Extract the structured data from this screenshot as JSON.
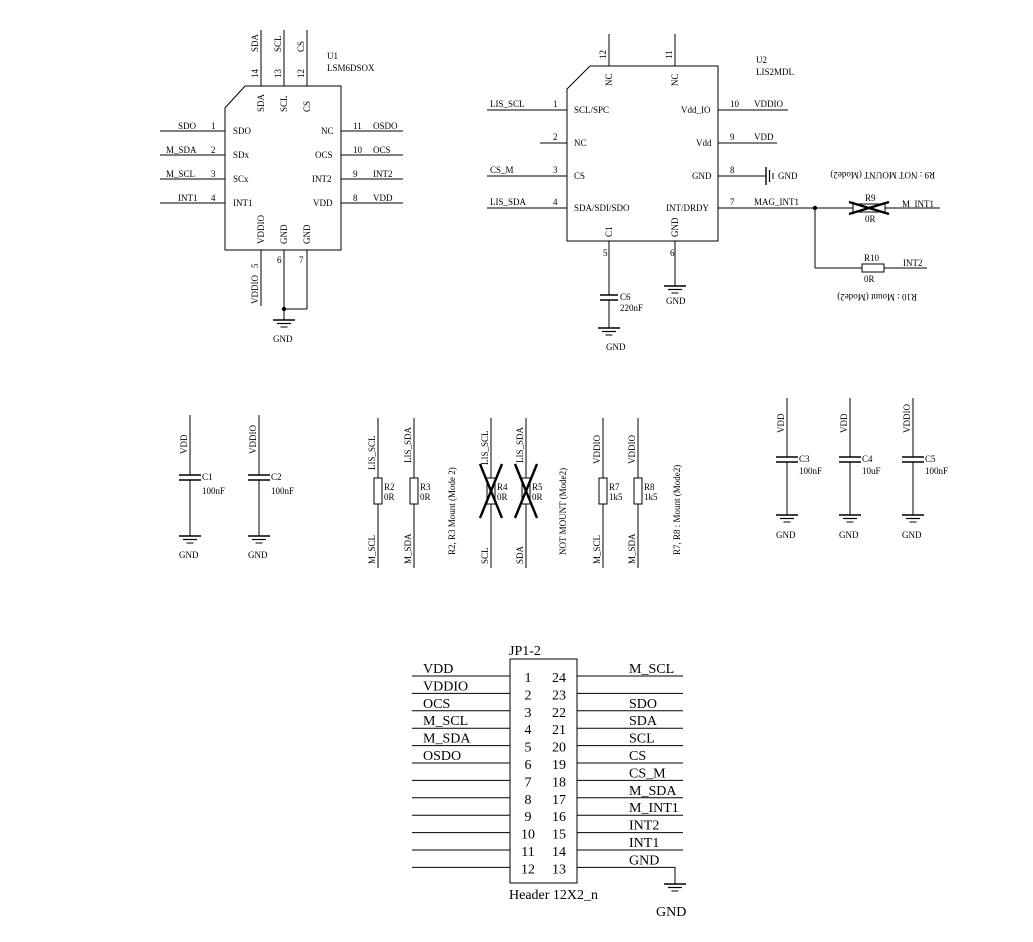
{
  "u1": {
    "ref": "U1",
    "part": "LSM6DSOX",
    "top_pins": [
      {
        "num": "14",
        "net": "SDA",
        "name": "SDA"
      },
      {
        "num": "13",
        "net": "SCL",
        "name": "SCL"
      },
      {
        "num": "12",
        "net": "CS",
        "name": "CS"
      }
    ],
    "left_pins": [
      {
        "num": "1",
        "net": "SDO",
        "name": "SDO"
      },
      {
        "num": "2",
        "net": "M_SDA",
        "name": "SDx"
      },
      {
        "num": "3",
        "net": "M_SCL",
        "name": "SCx"
      },
      {
        "num": "4",
        "net": "INT1",
        "name": "INT1"
      }
    ],
    "right_pins": [
      {
        "num": "11",
        "net": "OSDO",
        "name": "NC"
      },
      {
        "num": "10",
        "net": "OCS",
        "name": "OCS"
      },
      {
        "num": "9",
        "net": "INT2",
        "name": "INT2"
      },
      {
        "num": "8",
        "net": "VDD",
        "name": "VDD"
      }
    ],
    "bottom_pins": [
      {
        "num": "5",
        "net": "VDDIO",
        "name": "VDDIO"
      },
      {
        "num": "6",
        "net": "",
        "name": "GND"
      },
      {
        "num": "7",
        "net": "",
        "name": "GND"
      }
    ],
    "gnd": "GND"
  },
  "u2": {
    "ref": "U2",
    "part": "LIS2MDL",
    "top_pins": [
      {
        "num": "12",
        "name": "NC"
      },
      {
        "num": "11",
        "name": "NC"
      }
    ],
    "left_pins": [
      {
        "num": "1",
        "net": "LIS_SCL",
        "name": "SCL/SPC"
      },
      {
        "num": "2",
        "net": "",
        "name": "NC"
      },
      {
        "num": "3",
        "net": "CS_M",
        "name": "CS"
      },
      {
        "num": "4",
        "net": "LIS_SDA",
        "name": "SDA/SDI/SDO"
      }
    ],
    "right_pins": [
      {
        "num": "10",
        "net": "VDDIO",
        "name": "Vdd_IO"
      },
      {
        "num": "9",
        "net": "VDD",
        "name": "Vdd"
      },
      {
        "num": "8",
        "net": "GND",
        "name": "GND"
      },
      {
        "num": "7",
        "net": "MAG_INT1",
        "name": "INT/DRDY"
      }
    ],
    "bottom_pins": [
      {
        "num": "5",
        "name": "C1"
      },
      {
        "num": "6",
        "name": "GND"
      }
    ],
    "c6": {
      "ref": "C6",
      "value": "220nF",
      "gnd": "GND"
    },
    "gnd": "GND",
    "r9": {
      "ref": "R9",
      "value": "0R",
      "net": "M_INT1",
      "note": "R9 : NOT MOUNT (Mode2)"
    },
    "r10": {
      "ref": "R10",
      "value": "0R",
      "net": "INT2",
      "note": "R10 : Mount (Mode2)"
    }
  },
  "caps_left": [
    {
      "net": "VDD",
      "ref": "C1",
      "value": "100nF",
      "gnd": "GND"
    },
    {
      "net": "VDDIO",
      "ref": "C2",
      "value": "100nF",
      "gnd": "GND"
    }
  ],
  "caps_right": [
    {
      "net": "VDD",
      "ref": "C3",
      "value": "100nF",
      "gnd": "GND"
    },
    {
      "net": "VDD",
      "ref": "C4",
      "value": "10uF",
      "gnd": "GND"
    },
    {
      "net": "VDDIO",
      "ref": "C5",
      "value": "100nF",
      "gnd": "GND"
    }
  ],
  "resistors": [
    {
      "top": "LIS_SCL",
      "bottom": "M_SCL",
      "ref": "R2",
      "value": "0R",
      "dnp": false
    },
    {
      "top": "LIS_SDA",
      "bottom": "M_SDA",
      "ref": "R3",
      "value": "0R",
      "dnp": false
    },
    {
      "top": "LIS_SCL",
      "bottom": "SCL",
      "ref": "R4",
      "value": "0R",
      "dnp": true
    },
    {
      "top": "LIS_SDA",
      "bottom": "SDA",
      "ref": "R5",
      "value": "0R",
      "dnp": true
    },
    {
      "top": "VDDIO",
      "bottom": "M_SCL",
      "ref": "R7",
      "value": "1k5",
      "dnp": false
    },
    {
      "top": "VDDIO",
      "bottom": "M_SDA",
      "ref": "R8",
      "value": "1k5",
      "dnp": false
    }
  ],
  "resistor_notes": [
    "R2, R3 Mount (Mode 2)",
    "NOT MOUNT (Mode2)",
    "R7, R8 : Mount (Mode2)"
  ],
  "header": {
    "ref": "JP1-2",
    "name": "Header 12X2_n",
    "left_nets": [
      "VDD",
      "VDDIO",
      "OCS",
      "M_SCL",
      "M_SDA",
      "OSDO",
      "",
      "",
      "",
      "",
      "",
      ""
    ],
    "left_pins": [
      "1",
      "2",
      "3",
      "4",
      "5",
      "6",
      "7",
      "8",
      "9",
      "10",
      "11",
      "12"
    ],
    "right_pins": [
      "24",
      "23",
      "22",
      "21",
      "20",
      "19",
      "18",
      "17",
      "16",
      "15",
      "14",
      "13"
    ],
    "right_nets": [
      "M_SCL",
      "",
      "SDO",
      "SDA",
      "SCL",
      "CS",
      "CS_M",
      "M_SDA",
      "M_INT1",
      "INT2",
      "INT1",
      "GND"
    ],
    "gnd": "GND"
  }
}
